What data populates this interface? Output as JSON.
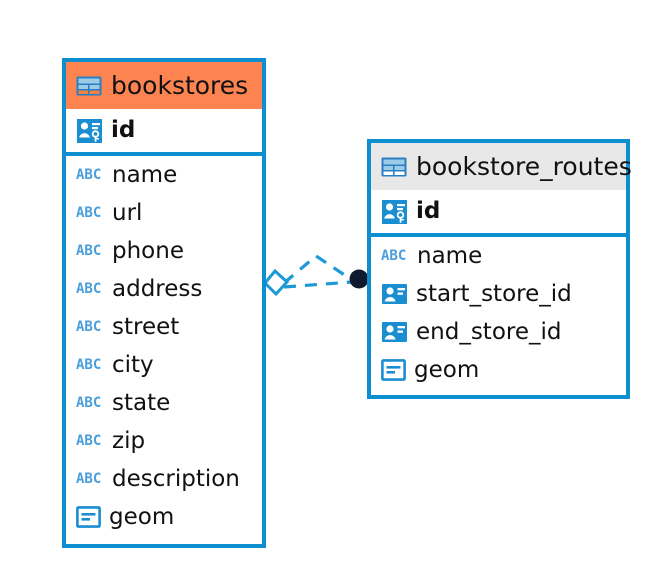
{
  "diagram": {
    "type": "entity-relationship-diagram",
    "background_color": "#ffffff",
    "accent_color": "#0d8ecf",
    "selected_header_color": "#fd8451",
    "header_color": "#e8e8e8"
  },
  "tables": [
    {
      "name": "bookstores",
      "header_icon": "table-icon",
      "selected": true,
      "fields": [
        {
          "label": "id",
          "icon": "primary-key-icon",
          "key": "primary"
        },
        {
          "label": "name",
          "icon": "abc-text-icon",
          "key": "none"
        },
        {
          "label": "url",
          "icon": "abc-text-icon",
          "key": "none"
        },
        {
          "label": "phone",
          "icon": "abc-text-icon",
          "key": "none"
        },
        {
          "label": "address",
          "icon": "abc-text-icon",
          "key": "none"
        },
        {
          "label": "street",
          "icon": "abc-text-icon",
          "key": "none"
        },
        {
          "label": "city",
          "icon": "abc-text-icon",
          "key": "none"
        },
        {
          "label": "state",
          "icon": "abc-text-icon",
          "key": "none"
        },
        {
          "label": "zip",
          "icon": "abc-text-icon",
          "key": "none"
        },
        {
          "label": "description",
          "icon": "abc-text-icon",
          "key": "none"
        },
        {
          "label": "geom",
          "icon": "geometry-icon",
          "key": "none"
        }
      ]
    },
    {
      "name": "bookstore_routes",
      "header_icon": "table-icon",
      "selected": false,
      "fields": [
        {
          "label": "id",
          "icon": "primary-key-icon",
          "key": "primary"
        },
        {
          "label": "name",
          "icon": "abc-text-icon",
          "key": "none"
        },
        {
          "label": "start_store_id",
          "icon": "foreign-key-icon",
          "key": "foreign"
        },
        {
          "label": "end_store_id",
          "icon": "foreign-key-icon",
          "key": "foreign"
        },
        {
          "label": "geom",
          "icon": "geometry-icon",
          "key": "none"
        }
      ]
    }
  ],
  "relationship": {
    "style": "dashed",
    "color": "#1b9ad6",
    "source_marker": "diamond-outline",
    "target_marker": "filled-circle",
    "target_marker_color": "#101a2e"
  },
  "icon_glyphs": {
    "abc_label": "ABC"
  }
}
